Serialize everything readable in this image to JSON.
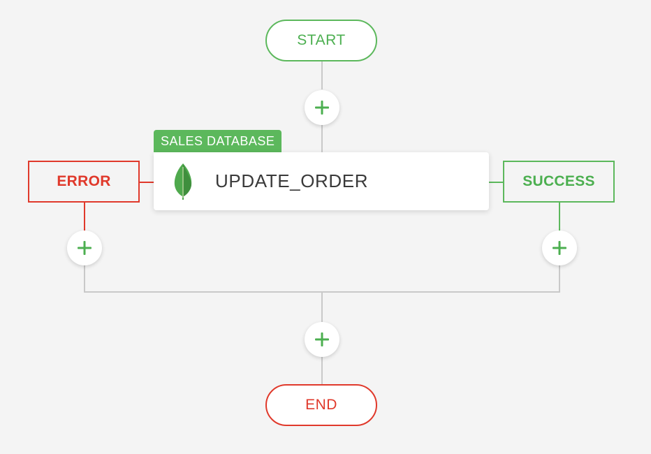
{
  "flow": {
    "start_label": "START",
    "end_label": "END",
    "node": {
      "tag": "SALES DATABASE",
      "label": "UPDATE_ORDER",
      "icon": "mongodb-leaf-icon"
    },
    "error_label": "ERROR",
    "success_label": "SUCCESS",
    "add_step_icon": "plus-icon"
  },
  "colors": {
    "background": "#f4f4f4",
    "success_green": "#5cb85c",
    "error_red": "#e0392b",
    "connector_gray": "#c9c9c9",
    "text_dark": "#3a3a3a"
  }
}
